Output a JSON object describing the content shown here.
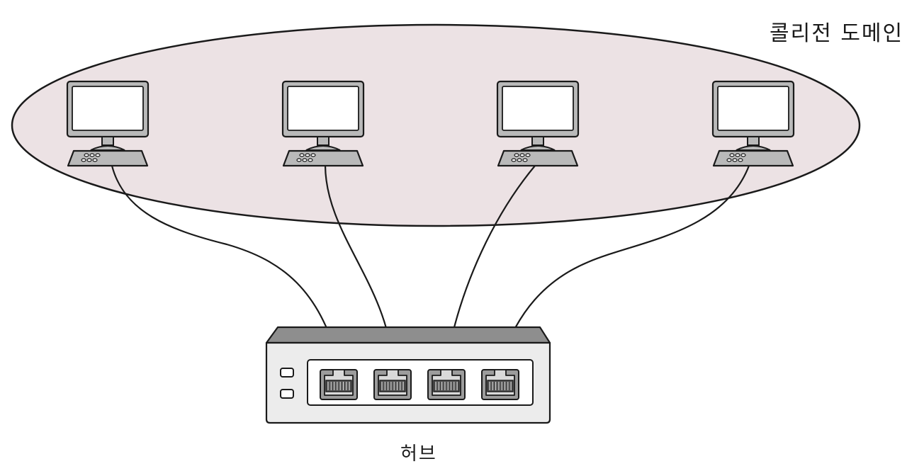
{
  "collision_domain": {
    "label": "콜리전 도메인",
    "fill_color": "#ece2e4"
  },
  "hub": {
    "label": "허브",
    "port_count": 4,
    "led_count": 2
  },
  "computers": [
    {
      "id": "pc-1"
    },
    {
      "id": "pc-2"
    },
    {
      "id": "pc-3"
    },
    {
      "id": "pc-4"
    }
  ],
  "colors": {
    "line": "#1a1a1a",
    "screen": "#ffffff",
    "device_gray": "#b9b9b9",
    "hub_body": "#ececec",
    "hub_top": "#8e8e8e",
    "port": "#9c9c9c"
  }
}
